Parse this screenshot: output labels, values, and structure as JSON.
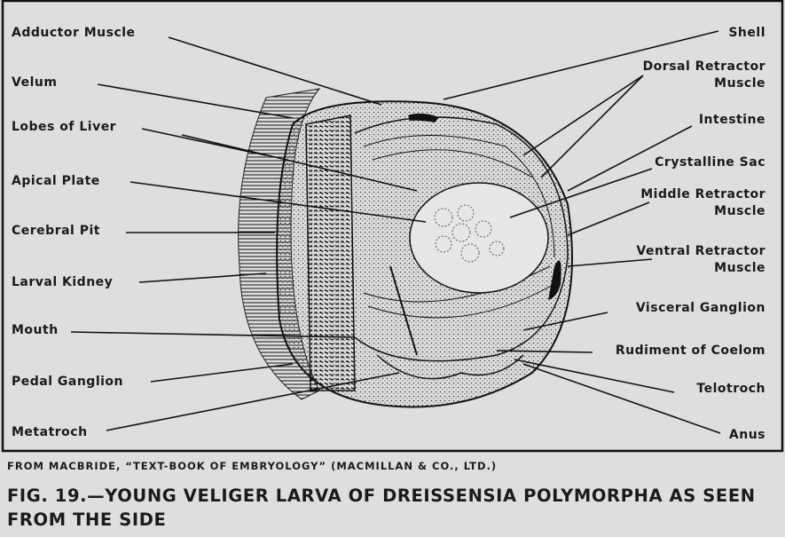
{
  "labels_left": [
    "Adductor Muscle",
    "Velum",
    "Lobes of Liver",
    "Apical Plate",
    "Cerebral Pit",
    "Larval Kidney",
    "Mouth",
    "Pedal Ganglion",
    "Metatroch"
  ],
  "labels_right": [
    "Shell",
    "Dorsal Retractor Muscle",
    "Intestine",
    "Crystalline Sac",
    "Middle Retractor Muscle",
    "Ventral Retractor Muscle",
    "Visceral Ganglion",
    "Rudiment of Coelom",
    "Telotroch",
    "Anus"
  ],
  "credit": "FROM MACBRIDE, “TEXT-BOOK OF EMBRYOLOGY” (MACMILLAN & CO., LTD.)",
  "caption": "FIG. 19.—YOUNG VELIGER LARVA OF DREISSENSIA POLYMORPHA AS SEEN FROM THE SIDE"
}
